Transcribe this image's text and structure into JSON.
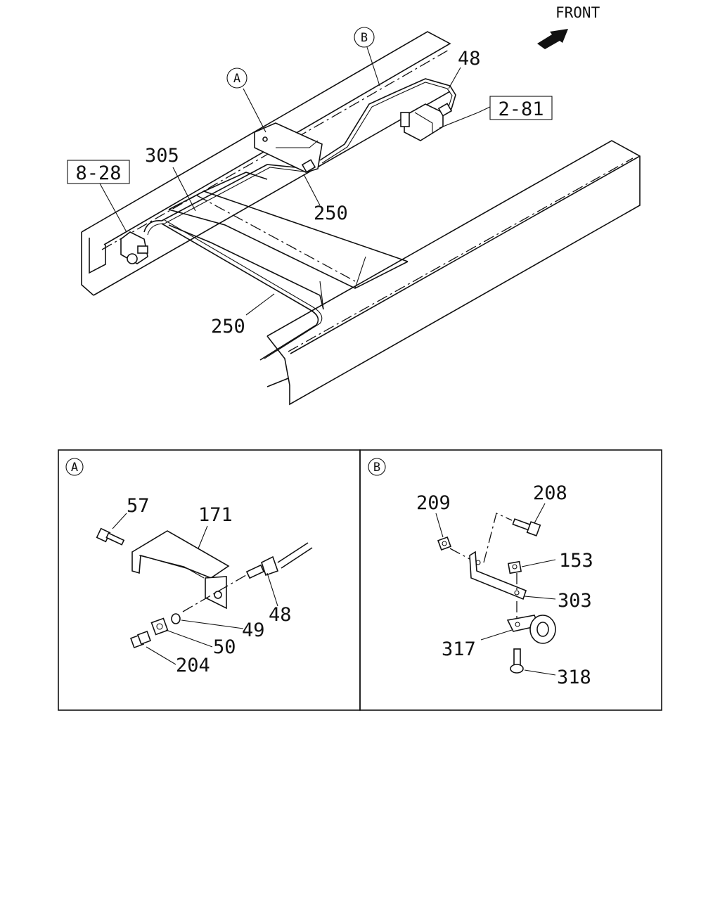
{
  "header": {
    "direction_label": "FRONT"
  },
  "main_view": {
    "callouts": {
      "a": "A",
      "b": "B"
    },
    "labels": {
      "l48": "48",
      "l305": "305",
      "l250_upper": "250",
      "l250_lower": "250"
    },
    "references": {
      "ref_2_81": "2-81",
      "ref_8_28": "8-28"
    }
  },
  "detail_a": {
    "title": "A",
    "labels": {
      "l57": "57",
      "l171": "171",
      "l48": "48",
      "l49": "49",
      "l50": "50",
      "l204": "204"
    }
  },
  "detail_b": {
    "title": "B",
    "labels": {
      "l209": "209",
      "l208": "208",
      "l153": "153",
      "l303": "303",
      "l317": "317",
      "l318": "318"
    }
  }
}
